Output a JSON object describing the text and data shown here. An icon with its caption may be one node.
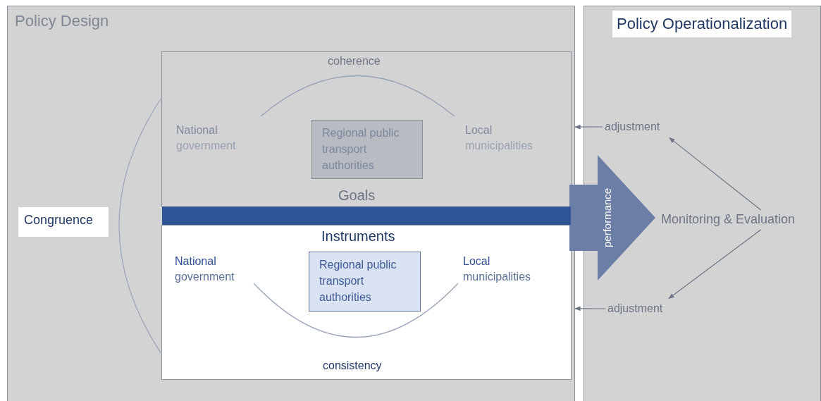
{
  "diagram": {
    "nodes": [
      {
        "text": [
          "Policy Design"
        ]
      },
      {
        "text": [
          "Goals"
        ],
        "in": 0
      },
      {
        "text": [
          "Regional public transport authorities"
        ],
        "in": 1
      },
      {
        "text": [],
        "shape": "bar",
        "in": 0
      },
      {
        "text": [
          "Instruments"
        ],
        "in": 0
      },
      {
        "text": [
          "Regional public transport authorities"
        ],
        "in": 4
      },
      {
        "text": [
          "Congruence"
        ],
        "in": 0
      },
      {
        "text": [
          "Policy Operationalization"
        ]
      },
      {
        "text": [
          "performance"
        ]
      },
      {
        "text": [
          "Monitoring & Evaluation"
        ],
        "in": 7
      },
      {
        "text": [
          "adjustment"
        ],
        "in": 7
      },
      {
        "text": [
          "adjustment"
        ],
        "in": 7
      }
    ],
    "edges": [
      {
        "from": 1,
        "to": 4,
        "arrow": "none"
      },
      {
        "from": 9,
        "to": 10,
        "arrow": "to"
      },
      {
        "from": 9,
        "to": 11,
        "arrow": "to"
      },
      {
        "from": 10,
        "to": 0,
        "arrow": "to"
      },
      {
        "from": 11,
        "to": 0,
        "arrow": "to"
      }
    ],
    "labels": [
      "coherence",
      "**National** government",
      "**Local** municipalities",
      "**National** government",
      "**Local** municipalities",
      "consistency"
    ]
  }
}
